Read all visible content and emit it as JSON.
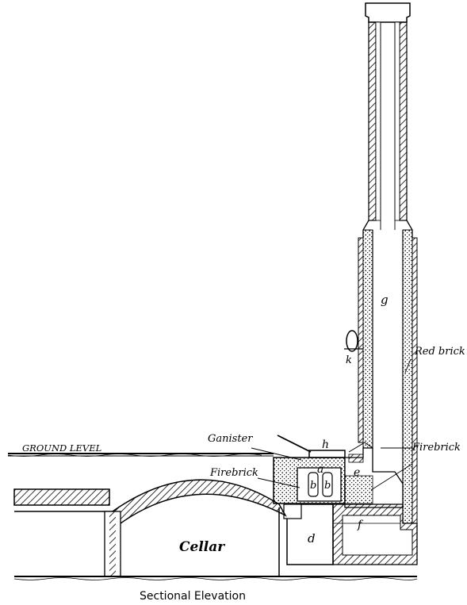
{
  "labels": {
    "ground_level": "GROUND   LEVEL",
    "ganister": "Ganister",
    "firebrick_left": "Firebrick",
    "firebrick_right": "Firebrick",
    "red_brick": "Red brick",
    "cellar": "Cellar",
    "caption": "Sectional Elevation"
  },
  "letters": {
    "a": "a",
    "b1": "b",
    "b2": "b",
    "d": "d",
    "e": "e",
    "f": "f",
    "g": "g",
    "h": "h",
    "k": "k"
  }
}
